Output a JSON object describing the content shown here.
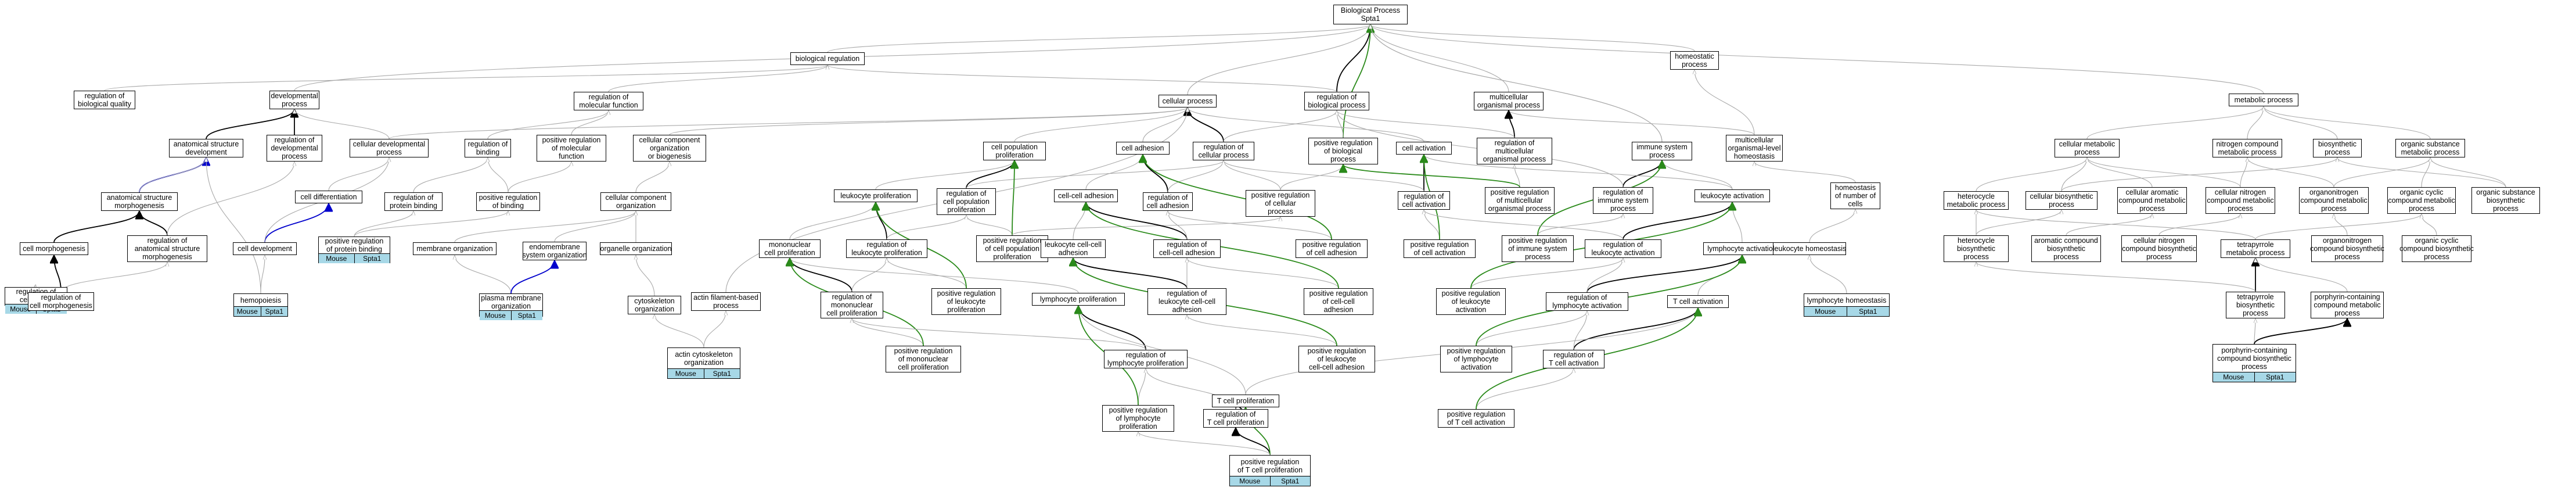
{
  "colors": {
    "gray": "#a9a9a9",
    "black": "#000000",
    "green": "#2a8a1a",
    "blue": "#0000cc",
    "annotation": "#a7d8e7"
  },
  "nodes": {
    "bp": "Biological Process\nSpta1",
    "bioreg": "biological regulation",
    "homeoproc": "homeostatic\nprocess",
    "regbq": "regulation of\nbiological quality",
    "devproc": "developmental\nprocess",
    "regmolfunc": "regulation of\nmolecular function",
    "cellproc": "cellular process",
    "regbioproc": "regulation of\nbiological process",
    "multiorg": "multicellular\norganismal process",
    "metab": "metabolic process",
    "mohomeo": "multicellular\norganismal-level\nhomeostasis",
    "asd": "anatomical structure\ndevelopment",
    "regdev": "regulation of\ndevelopmental\nprocess",
    "celldevproc": "cellular developmental\nprocess",
    "regbinding": "regulation of\nbinding",
    "posregmolfunc": "positive regulation\nof molecular\nfunction",
    "ccobio": "cellular component\norganization\nor biogenesis",
    "celladh": "cell adhesion",
    "cpp": "cell population\nproliferation",
    "regcellproc": "regulation of\ncellular process",
    "posregbio": "positive regulation\nof biological\nprocess",
    "cellact": "cell activation",
    "regmultiorg": "regulation of\nmulticellular\norganismal process",
    "immsys": "immune system\nprocess",
    "homeonum": "homeostasis\nof number of\ncells",
    "cellmetab": "cellular metabolic\nprocess",
    "nitro": "nitrogen compound\nmetabolic process",
    "biosyn": "biosynthetic\nprocess",
    "orgsub": "organic substance\nmetabolic process",
    "asm": "anatomical structure\nmorphogenesis",
    "celldiff": "cell differentiation",
    "regpbind": "regulation of\nprotein binding",
    "posregbind": "positive regulation\nof binding",
    "cco": "cellular component\norganization",
    "leukprolif": "leukocyte proliferation",
    "regcpp": "regulation of\ncell population\nproliferation",
    "ccadh": "cell-cell adhesion",
    "regcelladh": "regulation of\ncell adhesion",
    "posregcell": "positive regulation\nof cellular\nprocess",
    "regcellact": "regulation of\ncell activation",
    "posregmulti": "positive regulation\nof multicellular\norganismal process",
    "regimm": "regulation of\nimmune system\nprocess",
    "leukact": "leukocyte activation",
    "heterometab": "heterocycle\nmetabolic process",
    "cellbiosyn": "cellular biosynthetic\nprocess",
    "aromatic": "cellular aromatic\ncompound metabolic\nprocess",
    "cellnitro": "cellular nitrogen\ncompound metabolic\nprocess",
    "organonitro": "organonitrogen\ncompound metabolic\nprocess",
    "orgcyclic": "organic cyclic\ncompound metabolic\nprocess",
    "orgsubbio": "organic substance\nbiosynthetic\nprocess",
    "regasm": "regulation of\nanatomical structure\nmorphogenesis",
    "cellmorph": "cell morphogenesis",
    "celldev": "cell development",
    "posregpbind": "positive regulation\nof protein binding",
    "membrane": "membrane organization",
    "endomem": "endomembrane\nsystem organization",
    "organelle": "organelle organization",
    "monoprolif": "mononuclear\ncell proliferation",
    "regleukprolif": "regulation of\nleukocyte proliferation",
    "posregcpp": "positive regulation\nof cell population\nproliferation",
    "leukccadh": "leukocyte cell-cell\nadhesion",
    "regccadh": "regulation of\ncell-cell adhesion",
    "posregcelladh": "positive regulation\nof cell adhesion",
    "posregcellact": "positive regulation\nof cell activation",
    "posregimm": "positive regulation\nof immune system\nprocess",
    "regleukact": "regulation of\nleukocyte activation",
    "lymphact": "lymphocyte activation",
    "leukhomeo": "leukocyte homeostasis",
    "heterobio": "heterocycle\nbiosynthetic\nprocess",
    "aromaticbio": "aromatic compound\nbiosynthetic\nprocess",
    "cellnitrobio": "cellular nitrogen\ncompound biosynthetic\nprocess",
    "tetrametab": "tetrapyrrole\nmetabolic process",
    "organonitrobio": "organonitrogen\ncompound biosynthetic\nprocess",
    "orgcyclicbio": "organic cyclic\ncompound biosynthetic\nprocess",
    "regcellmorph": "regulation of\ncell morphogenesis",
    "hemo": "hemopoiesis",
    "pmo": "plasma membrane\norganization",
    "cytoskel": "cytoskeleton\norganization",
    "actinbased": "actin filament-based\nprocess",
    "regmonoprolif": "regulation of\nmononuclear\ncell proliferation",
    "posregleukprolif": "positive regulation\nof leukocyte\nproliferation",
    "lymphprolif": "lymphocyte proliferation",
    "regleukccadh": "regulation of\nleukocyte cell-cell\nadhesion",
    "posregccadh": "positive regulation\nof cell-cell\nadhesion",
    "posregleukact": "positive regulation\nof leukocyte\nactivation",
    "reglymphact": "regulation of\nlymphocyte activation",
    "tcellact": "T cell activation",
    "lymphhomeo": "lymphocyte homeostasis",
    "tetrabio": "tetrapyrrole\nbiosynthetic\nprocess",
    "porphmetab": "porphyrin-containing\ncompound metabolic\nprocess",
    "regcellshape": "regulation of\ncell shape",
    "actincyto": "actin cytoskeleton\norganization",
    "posregmonoprolif": "positive regulation\nof mononuclear\ncell proliferation",
    "reglymphprolif": "regulation of\nlymphocyte proliferation",
    "posregleukccadh": "positive regulation\nof leukocyte\ncell-cell adhesion",
    "posreglymphact": "positive regulation\nof lymphocyte\nactivation",
    "regtcellact": "regulation of\nT cell activation",
    "porphbio": "porphyrin-containing\ncompound biosynthetic\nprocess",
    "tcellprolif": "T cell proliferation",
    "posreglymphprolif": "positive regulation\nof lymphocyte\nproliferation",
    "regtcellprolif": "regulation of\nT cell proliferation",
    "posregtcellact": "positive regulation\nof T cell activation",
    "posregtcellprolif": "positive regulation\nof T cell proliferation"
  },
  "annotation": {
    "organism": "Mouse",
    "gene": "Spta1"
  },
  "annotated_nodes": [
    "hemo",
    "regcellshape",
    "actincyto",
    "posregpbind",
    "pmo",
    "porphbio",
    "lymphhomeo",
    "posregtcellprolif"
  ]
}
